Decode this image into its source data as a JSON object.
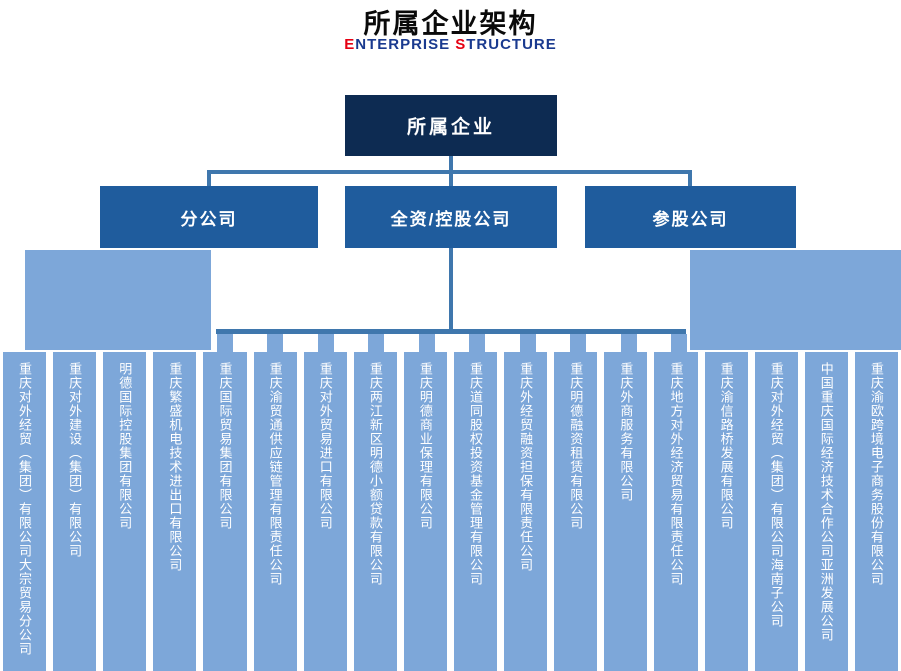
{
  "header": {
    "title": "所属企业架构",
    "subtitle_parts": [
      "E",
      "NTERPRISE ",
      "S",
      "TRUCTURE"
    ],
    "accent_red": "#e60012",
    "accent_blue": "#1a3a8f"
  },
  "org": {
    "root": "所属企业",
    "level2": [
      {
        "label": "分公司"
      },
      {
        "label": "全资/控股公司"
      },
      {
        "label": "参股公司"
      }
    ],
    "companies": [
      "重庆对外经贸（集团）有限公司大宗贸易分公司",
      "重庆对外建设（集团）有限公司",
      "明德国际控股集团有限公司",
      "重庆繁盛机电技术进出口有限公司",
      "重庆国际贸易集团有限公司",
      "重庆渝贸通供应链管理有限责任公司",
      "重庆对外贸易进口有限公司",
      "重庆两江新区明德小额贷款有限公司",
      "重庆明德商业保理有限公司",
      "重庆道同股权投资基金管理有限公司",
      "重庆外经贸融资担保有限责任公司",
      "重庆明德融资租赁有限公司",
      "重庆外商服务有限公司",
      "重庆地方对外经济贸易有限责任公司",
      "重庆渝信路桥发展有限公司",
      "重庆对外经贸（集团）有限公司海南子公司",
      "中国重庆国际经济技术合作公司亚洲发展公司",
      "重庆渝欧跨境电子商务股份有限公司"
    ],
    "colors": {
      "root_bg": "#0d2b52",
      "level2_bg": "#1f5c9d",
      "column_bg": "#7da7d9",
      "line": "#3f77ad"
    }
  }
}
